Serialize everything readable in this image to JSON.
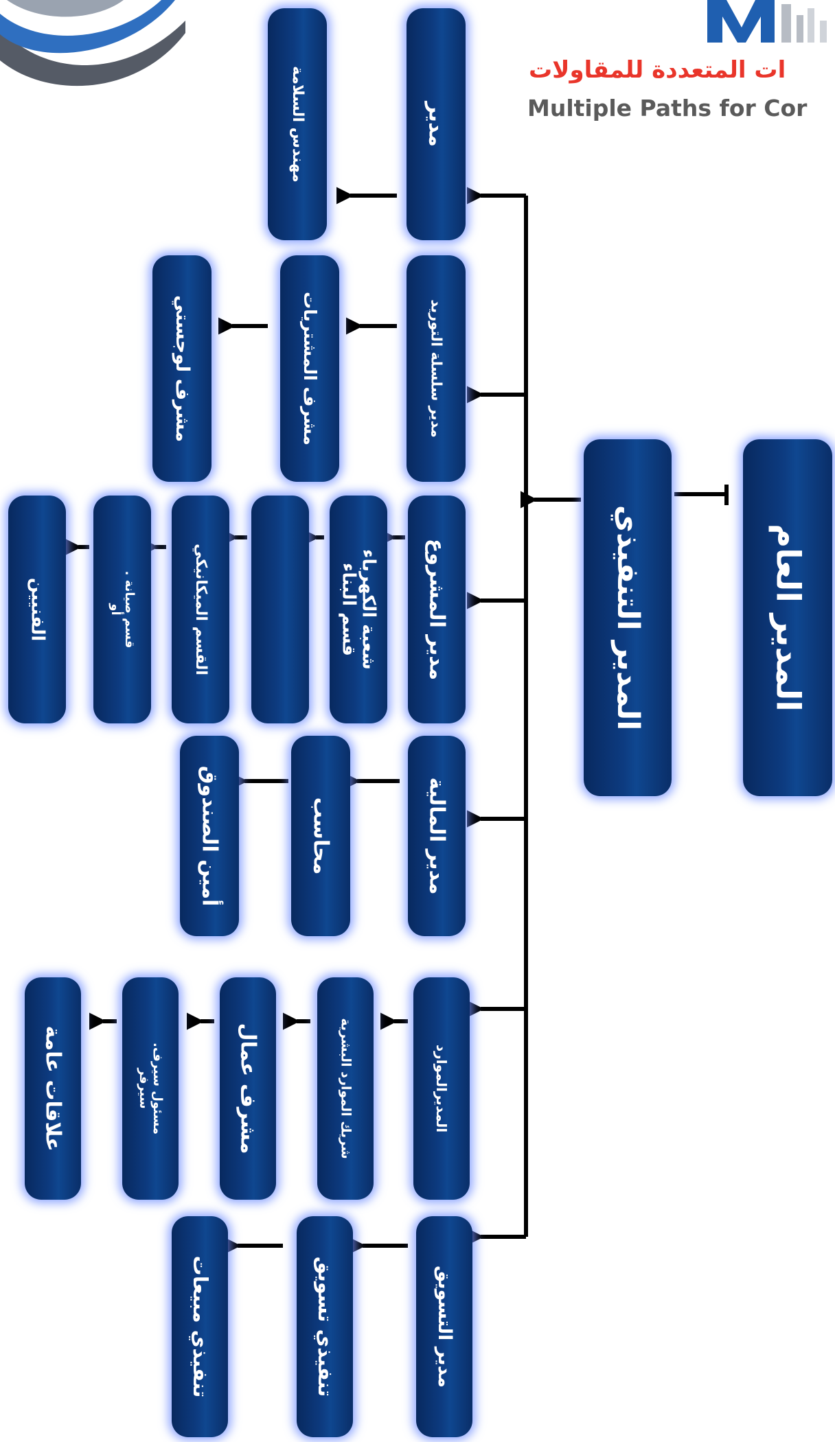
{
  "logo": {
    "arabic": "ات المتعددة للمقاولات",
    "english": "Multiple Paths for Cor",
    "colors": {
      "mark": "#1f5fb0",
      "accent": "#e9352a",
      "text": "#5a5a5a"
    }
  },
  "top_level": {
    "general_manager": "المدير العام",
    "executive_director": "المدير التنفيذي"
  },
  "rows": {
    "safety": {
      "manager": "مدير",
      "items": [
        "مهندس السلامة"
      ]
    },
    "supply": {
      "manager": "مدير سلسلة التوريد",
      "items": [
        "مشرف المشتريات",
        "مشرف لوجستي"
      ]
    },
    "project": {
      "manager": "مدير المشروع",
      "items_line1": [
        "شعبة الكهرباء",
        "",
        "القسم الميكانيكي",
        "قسم صيانة .",
        "الفنيين"
      ],
      "items_line2": [
        "قسم البناء",
        "",
        "",
        "أو",
        ""
      ]
    },
    "finance": {
      "manager": "مدير المالية",
      "items": [
        "محاسب",
        "أمين الصندوق"
      ]
    },
    "hr": {
      "manager": "المديرالموارد",
      "items_line1": [
        "شريك الموارد البشرية",
        "مشرف عمال",
        "مسئول سيرف.",
        "علاقات عامة"
      ],
      "items_line2": [
        "",
        "",
        "سيرفر",
        ""
      ]
    },
    "marketing": {
      "manager": "مدير التسويق",
      "items": [
        "تنفيذي تسويق",
        "تنفيذي مبيعات"
      ]
    }
  }
}
